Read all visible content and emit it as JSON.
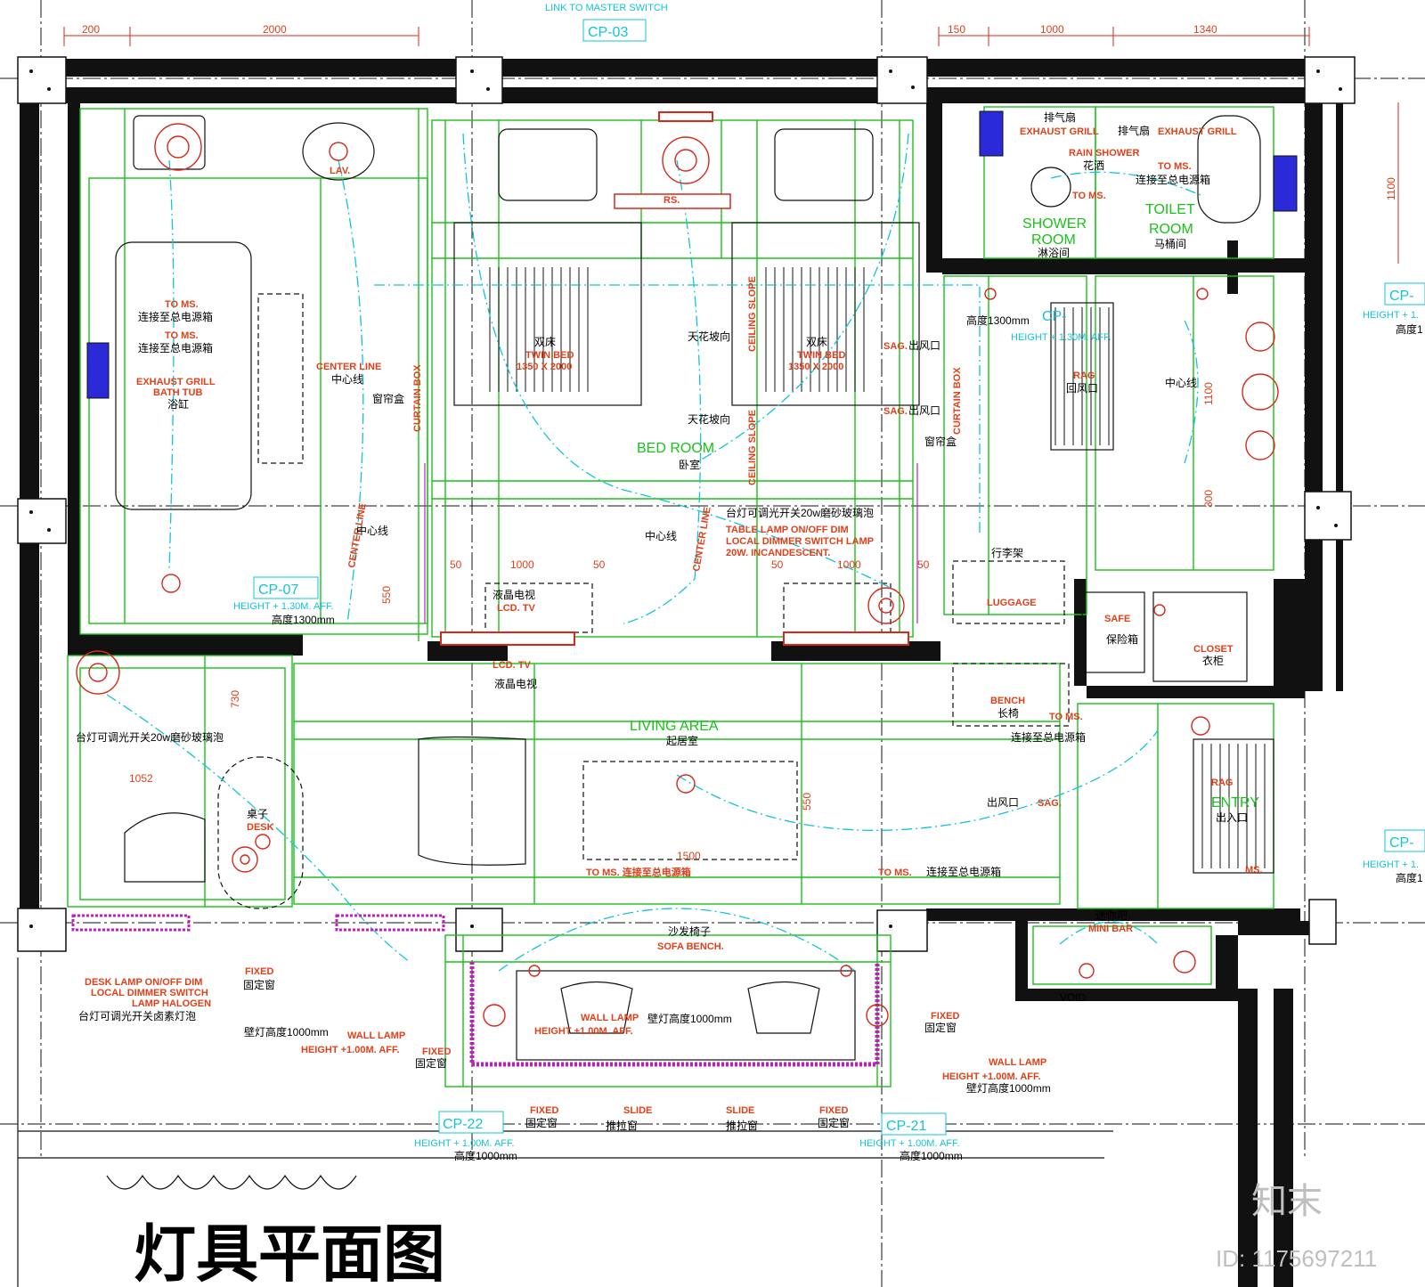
{
  "title": "灯具平面图",
  "watermark": {
    "logo": "知末",
    "id": "ID: 1175697211"
  },
  "dimensions": {
    "d200": "200",
    "d2000": "2000",
    "d150": "150",
    "d1000": "1000",
    "d1340": "1340",
    "d1100": "1100",
    "d550a": "550",
    "d1000b": "1000",
    "d50a": "50",
    "d50b": "50",
    "d50c": "50",
    "d1000c": "1000",
    "d50d": "50",
    "d730": "730",
    "d1052": "1052",
    "d550b": "550",
    "d1500": "1500",
    "d1100b": "1100",
    "d300": "300"
  },
  "callouts": {
    "link_master": "LINK TO MASTER SWITCH",
    "cp03": "CP-03",
    "cp07": "CP-07",
    "cp_right1": "CP-",
    "cp_right2": "CP-",
    "cp22": "CP-22",
    "cp21": "CP-21",
    "cp_height": "HEIGHT + 1.30M. AFF.",
    "cp_height_cn": "高度1300mm",
    "height_1": "HEIGHT + 1.",
    "height_cn_1": "高度1",
    "cp22_height": "HEIGHT + 1.00M. AFF.",
    "cp22_height_cn": "高度1000mm",
    "cp21_height": "HEIGHT + 1.00M. AFF.",
    "cp21_height_cn": "高度1000mm",
    "cp_mid": "CP-",
    "cp_mid_height": "HEIGHT + 1.30M. AFF.",
    "cp_mid_height_cn": "高度1300mm"
  },
  "bath": {
    "lav": "LAV.",
    "to_ms1": "TO MS.",
    "to_ms1_cn": "连接至总电源箱",
    "to_ms2": "TO MS.",
    "to_ms2_cn": "连接至总电源箱",
    "exhaust": "EXHAUST GRILL",
    "bathtub": "BATH TUB",
    "bathtub_cn": "浴缸",
    "center_line": "CENTER LINE",
    "center_line_cn": "中心线",
    "curtain_cn": "窗帘盒",
    "curtain_box": "CURTAIN BOX"
  },
  "bedroom": {
    "rs": "RS.",
    "twin1_cn": "双床",
    "twin1": "TWIN BED",
    "twin1_size": "1350 X 2000",
    "twin2_cn": "双床",
    "twin2": "TWIN BED",
    "twin2_size": "1350 X 2000",
    "slope_cn1": "天花坡向",
    "slope_cn2": "天花坡向",
    "slope1": "CEILING SLOPE",
    "slope2": "CEILING SLOPE",
    "name": "BED ROOM",
    "name_cn": "卧室",
    "sag1": "SAG.",
    "sag2": "SAG.",
    "outlet1": "出风口",
    "outlet2": "出风口",
    "curtain_box": "CURTAIN BOX",
    "curtain_cn": "窗帘盒",
    "center_line2": "CENTER LINE",
    "center_line2_cn": "中心线",
    "center_line3": "CENTER LINE",
    "center_line3_cn": "中心线",
    "lamp_cn": "台灯可调光开关20w磨砂玻璃泡",
    "lamp1": "TABLE LAMP ON/OFF DIM",
    "lamp2": "LOCAL DIMMER SWITCH LAMP",
    "lamp3": "20W. INCANDESCENT.",
    "tv_cn": "液晶电视",
    "tv": "LCD. TV",
    "tv2": "LCD. TV",
    "tv2_cn": "液晶电视"
  },
  "shower": {
    "fan1_cn": "排气扇",
    "grill1": "EXHAUST GRILL",
    "fan2_cn": "排气扇",
    "grill2": "EXHAUST GRILL",
    "rain": "RAIN SHOWER",
    "rain_cn": "花洒",
    "to_ms": "TO MS.",
    "to_ms_a": "TO MS.",
    "to_ms_cn": "连接至总电源箱",
    "shower": "SHOWER",
    "room": "ROOM",
    "shower_cn": "淋浴间",
    "toilet": "TOILET",
    "toilet_room": "ROOM",
    "toilet_cn": "马桶间"
  },
  "dressing": {
    "rag": "RAG",
    "rag_cn": "回风口",
    "center_cn": "中心线",
    "luggage_cn": "行李架",
    "luggage": "LUGGAGE",
    "safe": "SAFE",
    "safe_cn": "保险箱",
    "closet": "CLOSET",
    "closet_cn": "衣柜"
  },
  "living": {
    "lamp_cn": "台灯可调光开关20w磨砂玻璃泡",
    "name": "LIVING AREA",
    "name_cn": "起居室",
    "bench": "BENCH",
    "bench_cn": "长椅",
    "to_ms": "TO MS.",
    "to_ms_cn": "连接至总电源箱",
    "desk_cn": "桌子",
    "desk": "DESK",
    "outlet": "出风口",
    "sag": "SAG.",
    "entry": "ENTRY",
    "entry_cn": "出入口",
    "rag": "RAG",
    "ms": "MS.",
    "to_ms2": "TO MS. 连接至总电源箱",
    "to_ms3": "TO MS.",
    "to_ms3_cn": "连接至总电源箱"
  },
  "balcony": {
    "sofa_cn": "沙发椅子",
    "sofa": "SOFA BENCH.",
    "minibar_cn": "迷你吧",
    "minibar": "MINI BAR",
    "void": "VOID",
    "desk_lamp1": "DESK LAMP ON/OFF DIM",
    "desk_lamp2": "LOCAL DIMMER SWITCH",
    "desk_lamp3": "LAMP HALOGEN",
    "desk_lamp_cn": "台灯可调光开关卤素灯泡",
    "fixed1": "FIXED",
    "fixed1_cn": "固定窗",
    "wall_cn1": "壁灯高度1000mm",
    "wall_lamp1": "WALL LAMP",
    "wall_h1": "HEIGHT +1.00M. AFF.",
    "fixed2": "FIXED",
    "fixed2_cn": "固定窗",
    "wall_lamp2": "WALL LAMP",
    "wall_cn2": "壁灯高度1000mm",
    "wall_h2": "HEIGHT +1.00M. AFF.",
    "fixed3": "FIXED",
    "fixed3_cn": "固定窗",
    "wall_lamp3": "WALL LAMP",
    "wall_h3": "HEIGHT +1.00M. AFF.",
    "wall_cn3": "壁灯高度1000mm",
    "fixed4": "FIXED",
    "fixed4_cn": "固定窗",
    "slide1": "SLIDE",
    "slide1_cn": "推拉窗",
    "slide2": "SLIDE",
    "slide2_cn": "推拉窗",
    "fixed5": "FIXED",
    "fixed5_cn": "固定窗"
  },
  "colors": {
    "wall": "#111111",
    "green": "#19c219",
    "cyan": "#12c4d8",
    "orange": "#e0401a",
    "magenta": "#c01ec0"
  }
}
